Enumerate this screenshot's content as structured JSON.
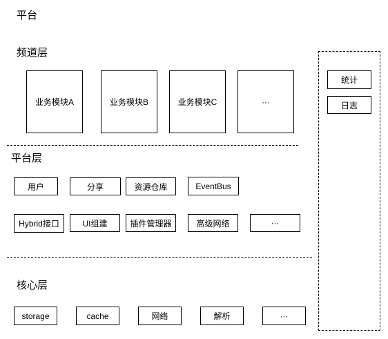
{
  "title": "平台",
  "channel_layer": {
    "title": "频道层",
    "modules": [
      "业务模块A",
      "业务模块B",
      "业务模块C",
      "···"
    ]
  },
  "platform_layer": {
    "title": "平台层",
    "row1": [
      "用户",
      "分享",
      "资源仓库",
      "EventBus"
    ],
    "row2": [
      "Hybrid接口",
      "UI组建",
      "插件管理器",
      "高级网络",
      "···"
    ]
  },
  "core_layer": {
    "title": "核心层",
    "items": [
      "storage",
      "cache",
      "网络",
      "解析",
      "···"
    ]
  },
  "side_panel": {
    "items": [
      "统计",
      "日志"
    ]
  }
}
